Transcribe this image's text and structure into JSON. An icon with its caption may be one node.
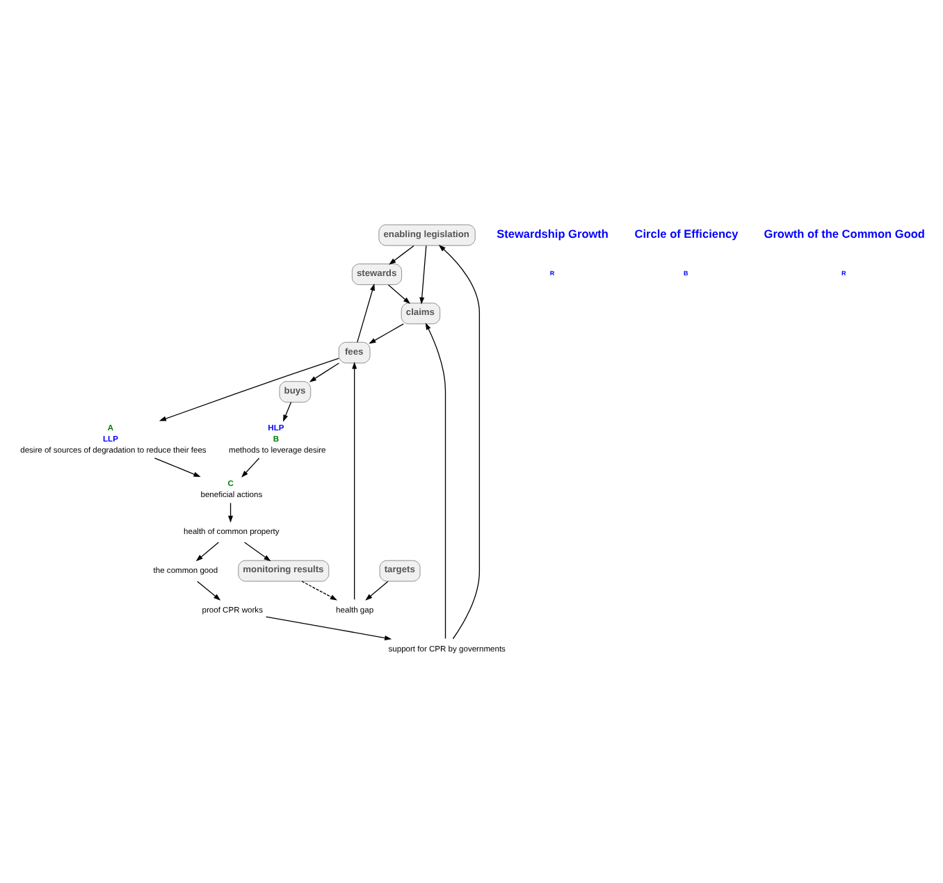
{
  "diagram": {
    "nodes": [
      {
        "text": [
          "enabling legislation"
        ]
      },
      {
        "text": [
          "stewards"
        ]
      },
      {
        "text": [
          "claims"
        ]
      },
      {
        "text": [
          "fees"
        ]
      },
      {
        "text": [
          "buys"
        ]
      },
      {
        "text": [
          "targets"
        ]
      },
      {
        "text": [
          "health gap"
        ]
      },
      {
        "text": [
          "desire of sources of degradation to reduce their fees"
        ],
        "beside": [
          "A",
          "LLP"
        ]
      },
      {
        "text": [
          "methods to leverage desire"
        ],
        "beside": [
          "HLP",
          "B"
        ]
      },
      {
        "text": [
          "beneficial actions"
        ],
        "beside": [
          "C"
        ]
      },
      {
        "text": [
          "health of common property"
        ]
      },
      {
        "text": [
          "monitoring results"
        ]
      },
      {
        "text": [
          "the common good"
        ]
      },
      {
        "text": [
          "proof CPR works"
        ]
      },
      {
        "text": [
          "support for CPR by governments"
        ]
      }
    ],
    "edges": [
      {
        "from": 0,
        "to": 1,
        "arrow": "to"
      },
      {
        "from": 0,
        "to": 2,
        "arrow": "to"
      },
      {
        "from": 1,
        "to": 2,
        "arrow": "to"
      },
      {
        "from": 2,
        "to": 3,
        "arrow": "to"
      },
      {
        "from": 3,
        "to": 1,
        "arrow": "to"
      },
      {
        "from": 3,
        "to": 7,
        "arrow": "to"
      },
      {
        "from": 3,
        "to": 4,
        "arrow": "to"
      },
      {
        "from": 4,
        "to": 8,
        "arrow": "to"
      },
      {
        "from": 7,
        "to": 9,
        "arrow": "to"
      },
      {
        "from": 8,
        "to": 9,
        "arrow": "to"
      },
      {
        "from": 9,
        "to": 10,
        "arrow": "to"
      },
      {
        "from": 10,
        "to": 11,
        "arrow": "to"
      },
      {
        "from": 10,
        "to": 12,
        "arrow": "to"
      },
      {
        "from": 11,
        "to": 6,
        "arrow": "to",
        "style": "dashed"
      },
      {
        "from": 5,
        "to": 6,
        "arrow": "to"
      },
      {
        "from": 6,
        "to": 3,
        "arrow": "to"
      },
      {
        "from": 12,
        "to": 13,
        "arrow": "to"
      },
      {
        "from": 13,
        "to": 14,
        "arrow": "to"
      },
      {
        "from": 14,
        "to": 2,
        "arrow": "to"
      },
      {
        "from": 14,
        "to": 0,
        "arrow": "to"
      }
    ],
    "labels": [
      "Stewardship Growth",
      "R",
      "Circle of Efficiency",
      "B",
      "Growth of the Common Good",
      "R"
    ]
  }
}
